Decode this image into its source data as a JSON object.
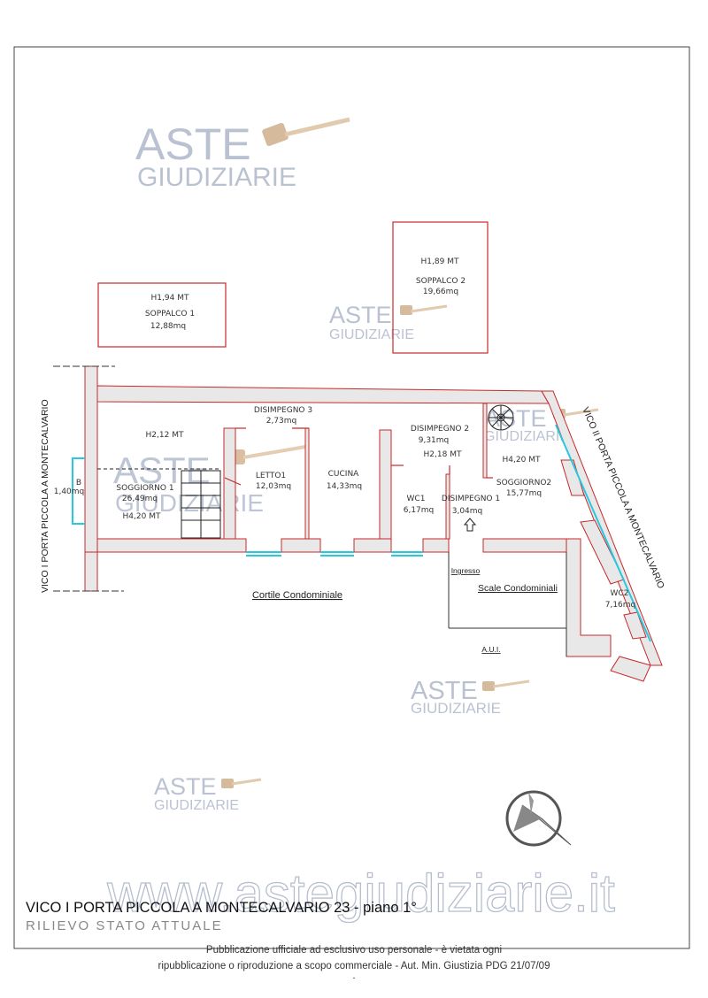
{
  "watermark": {
    "brand_top": "ASTE",
    "brand_bottom": "GIUDIZIARIE",
    "site": "www.astegiudiziarie.it"
  },
  "rooms": {
    "soppalco1": {
      "name": "SOPPALCO 1",
      "height": "H1,94 MT",
      "area": "12,88mq"
    },
    "soppalco2": {
      "name": "SOPPALCO 2",
      "height": "H1,89 MT",
      "area": "19,66mq"
    },
    "disimpegno3": {
      "name": "DISIMPEGNO 3",
      "area": "2,73mq"
    },
    "disimpegno2": {
      "name": "DISIMPEGNO 2",
      "area": "9,31mq",
      "height": "H2,18 MT"
    },
    "soggiorno1": {
      "name": "SOGGIORNO 1",
      "area": "26,49mq",
      "height": "H4,20 MT",
      "height_upper": "H2,12 MT"
    },
    "letto1": {
      "name": "LETTO1",
      "area": "12,03mq"
    },
    "cucina": {
      "name": "CUCINA",
      "area": "14,33mq"
    },
    "wc1": {
      "name": "WC1",
      "area": "6,17mq"
    },
    "disimpegno1": {
      "name": "DISIMPEGNO 1",
      "area": "3,04mq"
    },
    "soggiorno2": {
      "name": "SOGGIORNO2",
      "area": "15,77mq",
      "height": "H4,20 MT"
    },
    "balcone": {
      "name": "B",
      "area": "1,40mq"
    },
    "wc2": {
      "name": "WC2",
      "area": "7,16mq"
    }
  },
  "labels": {
    "cortile": "Cortile Condominiale",
    "scale": "Scale Condominiali",
    "ingresso": "Ingresso",
    "aui": "A.U.I.",
    "street_left": "VICO I PORTA PICCOLA A MONTECALVARIO",
    "street_right": "VICO II PORTA PICCOLA A MONTECALVARIO"
  },
  "title_block": {
    "address": "VICO I PORTA PICCOLA A MONTECALVARIO 23 - piano 1°",
    "subtitle": "RILIEVO STATO ATTUALE"
  },
  "footer": {
    "line1": "Pubblicazione ufficiale ad esclusivo uso personale - è vietata ogni",
    "line2": "ripubblicazione o riproduzione a scopo commerciale - Aut. Min. Giustizia PDG 21/07/09",
    "mark": "-"
  },
  "colors": {
    "wall_fill": "#e8e8e8",
    "wall_stroke": "#c8282a",
    "window": "#29c7e0",
    "watermark": "#9aa6bd",
    "frame": "#444444"
  }
}
